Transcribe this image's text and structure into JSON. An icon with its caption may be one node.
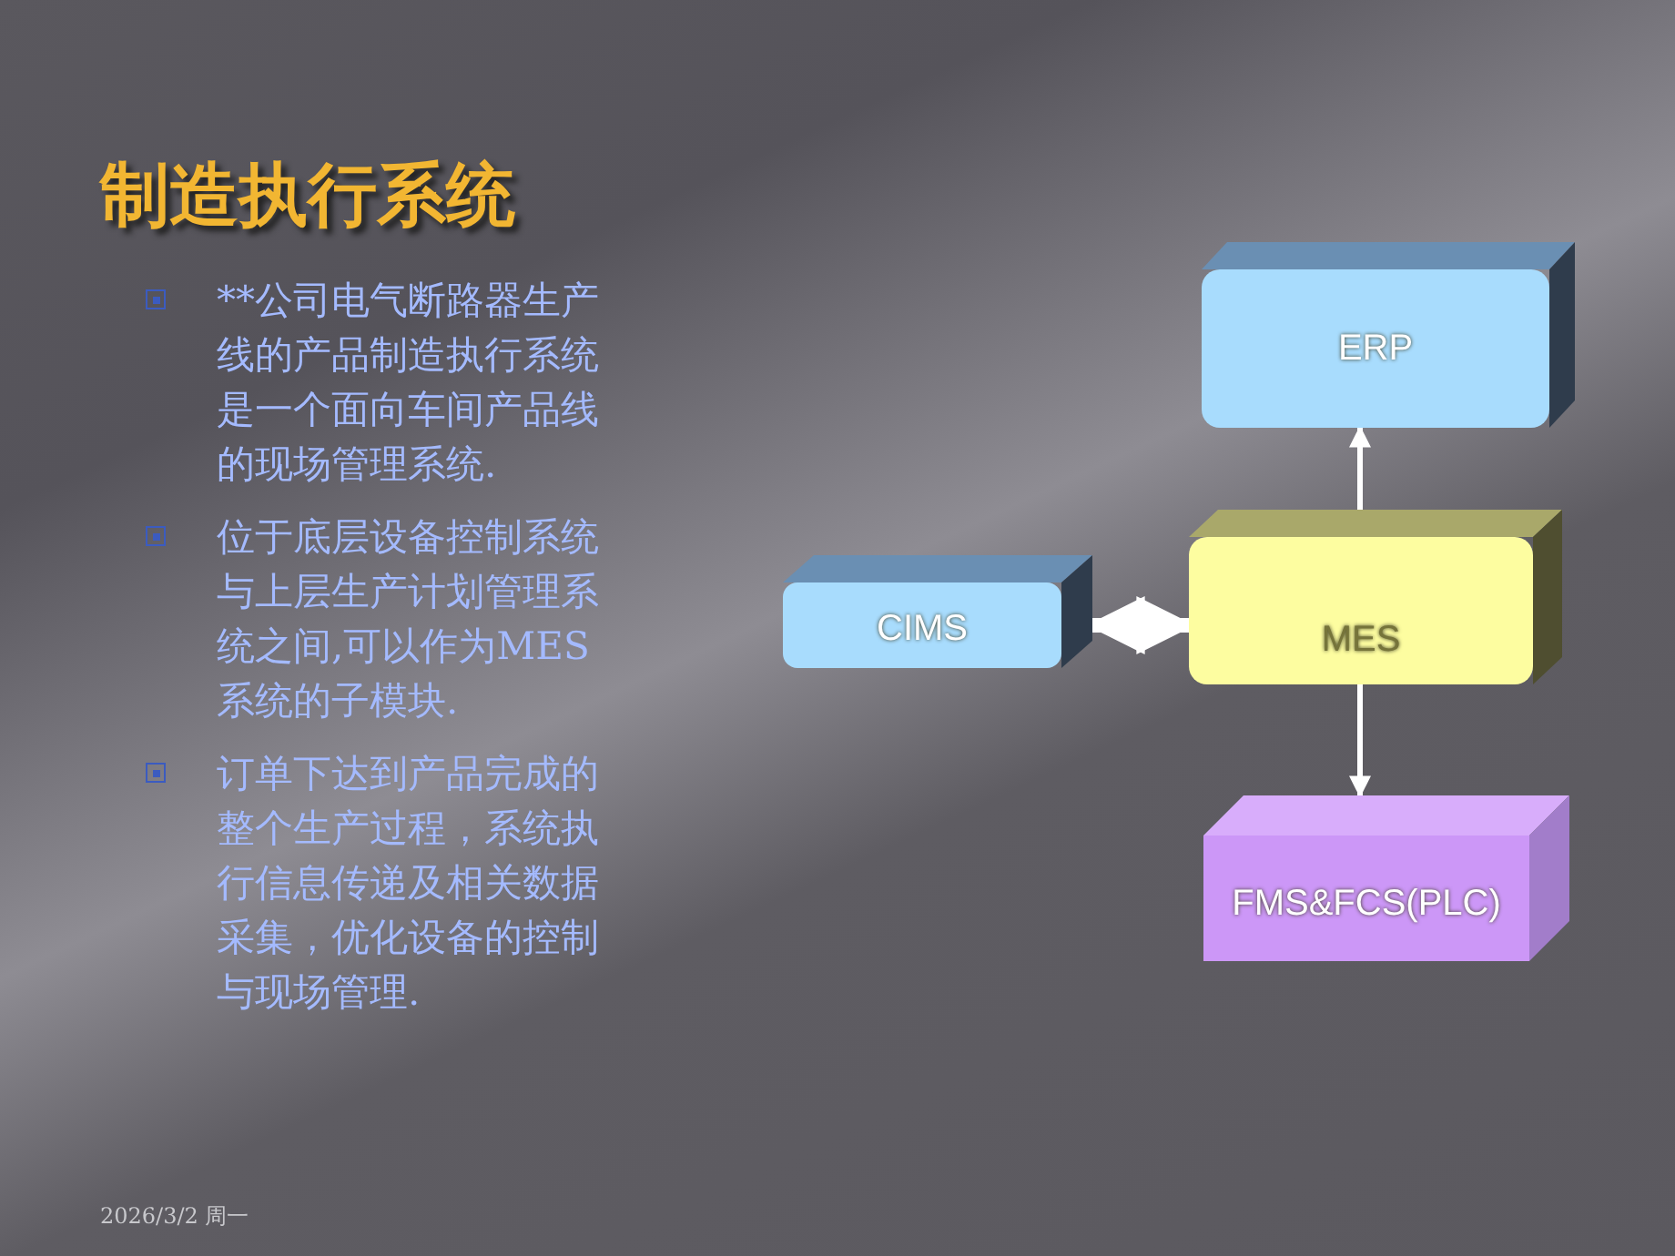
{
  "diagram": {
    "title": "制造执行系统",
    "nodes": [
      {
        "text": [
          "ERP"
        ]
      },
      {
        "text": [
          "CIMS"
        ]
      },
      {
        "text": [
          "MES"
        ]
      },
      {
        "text": [
          "FMS&FCS(PLC)"
        ]
      }
    ],
    "edges": [
      {
        "from": 2,
        "to": 0,
        "arrow": "to"
      },
      {
        "from": 1,
        "to": 2,
        "arrow": "both",
        "style": "thick"
      },
      {
        "from": 2,
        "to": 3,
        "arrow": "to"
      }
    ],
    "labels": [
      "**公司电气断路器生产线的产品制造执行系统是一个面向车间产品线的现场管理系统.",
      "位于底层设备控制系统与上层生产计划管理系统之间,可以作为MES系统的子模块.",
      "订单下达到产品完成的整个生产过程，系统执行信息传递及相关数据采集，优化设备的控制与现场管理.",
      "2026/3/2 周一"
    ]
  }
}
